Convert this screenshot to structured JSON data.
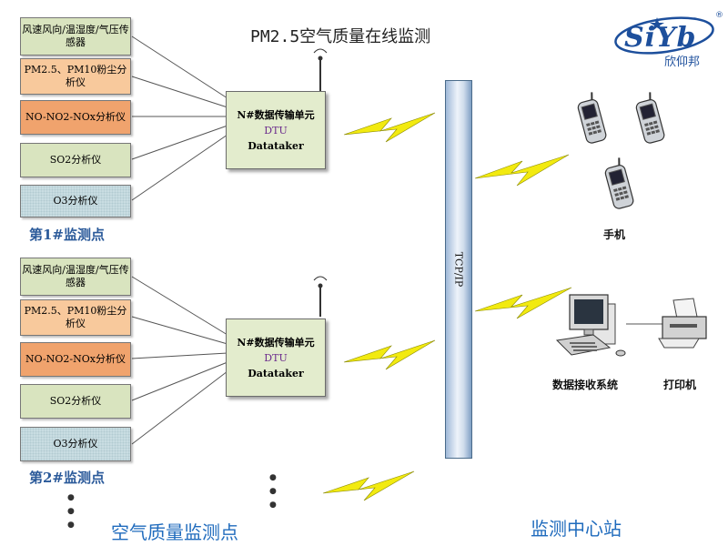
{
  "title": "PM2.5空气质量在线监测",
  "logo": {
    "brand": "SiYb",
    "cn": "欣仰邦",
    "reg": "®"
  },
  "station1": {
    "sensors": [
      "风速风向/温湿度/气压传感器",
      "PM2.5、PM10粉尘分析仪",
      "NO-NO2-NOx分析仪",
      "SO2分析仪",
      "O3分析仪"
    ],
    "dtu": {
      "line1": "N#数据传输单元",
      "line2": "DTU",
      "line3": "Datataker"
    },
    "label": "第1#监测点"
  },
  "station2": {
    "sensors": [
      "风速风向/温湿度/气压传感器",
      "PM2.5、PM10粉尘分析仪",
      "NO-NO2-NOx分析仪",
      "SO2分析仪",
      "O3分析仪"
    ],
    "dtu": {
      "line1": "N#数据传输单元",
      "line2": "DTU",
      "line3": "Datataker"
    },
    "label": "第2#监测点"
  },
  "network": "TCP/IP",
  "devices": {
    "phone": "手机",
    "receiver": "数据接收系统",
    "printer": "打印机"
  },
  "footer": {
    "left": "空气质量监测点",
    "right": "监测中心站"
  },
  "colors": {
    "accent": "#1f6bbd",
    "lightning": "#f2ea10",
    "dtu_bg": "#e3eccd"
  }
}
